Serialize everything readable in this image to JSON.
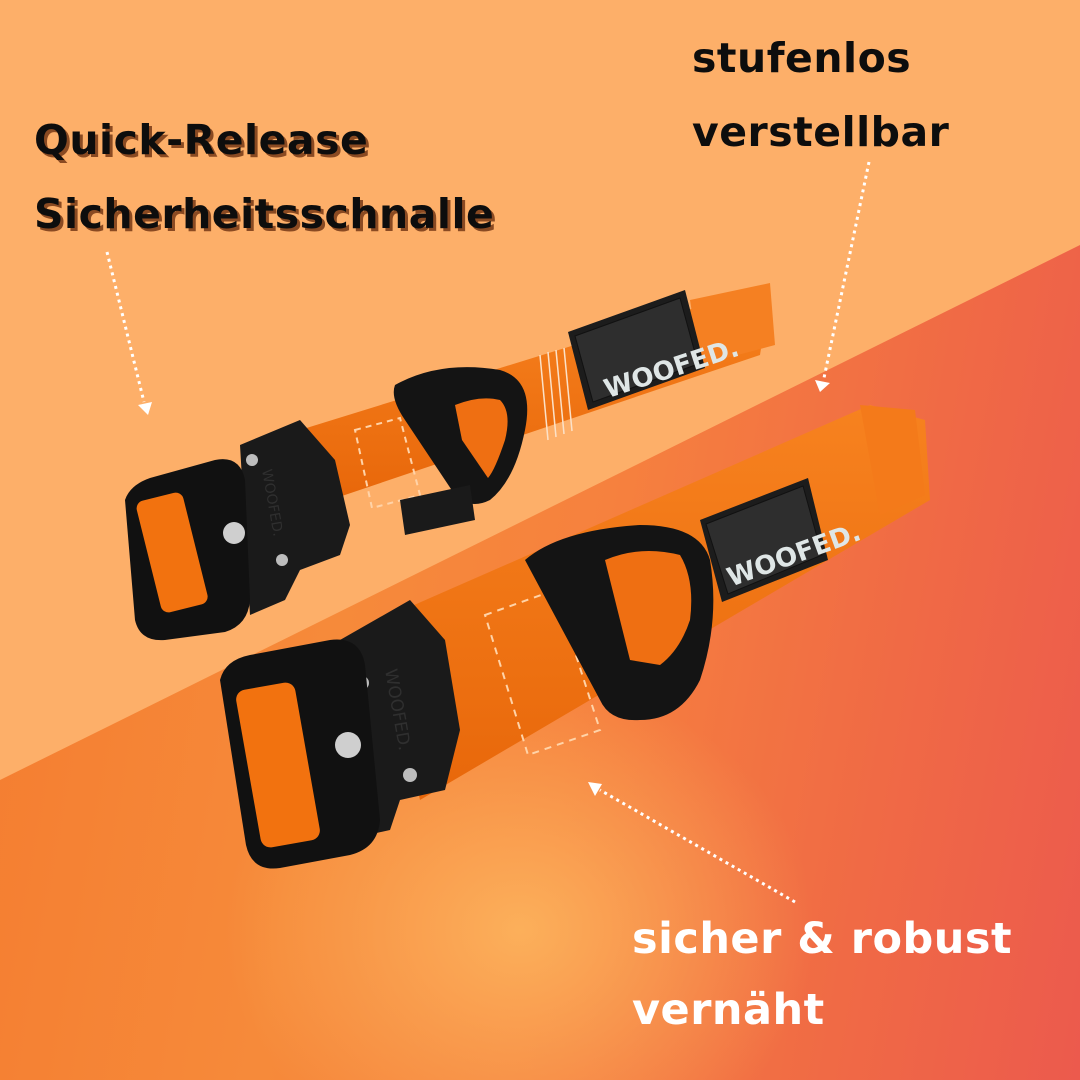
{
  "annotations": {
    "quick_release": {
      "line1": "Quick-Release",
      "line2": "Sicherheitsschnalle",
      "color": "#0d0d0d"
    },
    "adjustable": {
      "line1": "stufenlos",
      "line2": "verstellbar",
      "color": "#0d0d0d"
    },
    "stitched": {
      "line1": "sicher & robust",
      "line2": "vernäht",
      "color": "#ffffff"
    }
  },
  "product": {
    "brand_patch_text": "WOOFED.",
    "buckle_engraving": "WOOFED.",
    "collar_color": "#F2720F",
    "hardware_color": "#151515"
  },
  "colors": {
    "background_top": "#FDAF69",
    "background_bottom_left": "#F47A2E",
    "background_bottom_center": "#FAB45E",
    "background_bottom_right": "#EC5A4D",
    "arrow_color": "#ffffff"
  }
}
